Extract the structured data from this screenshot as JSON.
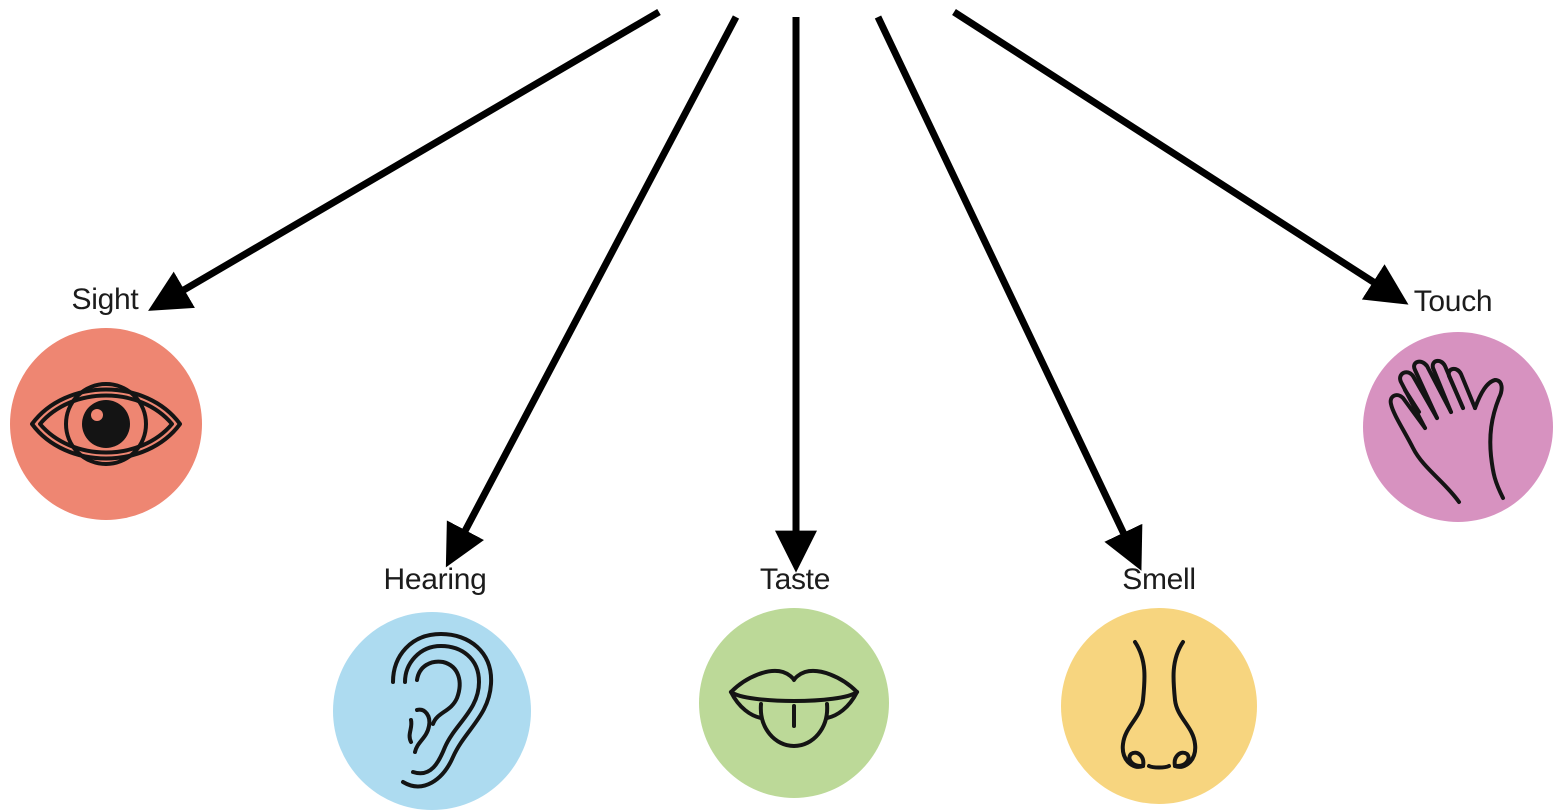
{
  "senses": [
    {
      "id": "sight",
      "label": "Sight",
      "icon": "eye-icon",
      "color": "#ee8672"
    },
    {
      "id": "hearing",
      "label": "Hearing",
      "icon": "ear-icon",
      "color": "#addbf0"
    },
    {
      "id": "taste",
      "label": "Taste",
      "icon": "tongue-icon",
      "color": "#bcd998"
    },
    {
      "id": "smell",
      "label": "Smell",
      "icon": "nose-icon",
      "color": "#f7d57f"
    },
    {
      "id": "touch",
      "label": "Touch",
      "icon": "hand-icon",
      "color": "#d792c0"
    }
  ],
  "arrow_color": "#000000"
}
